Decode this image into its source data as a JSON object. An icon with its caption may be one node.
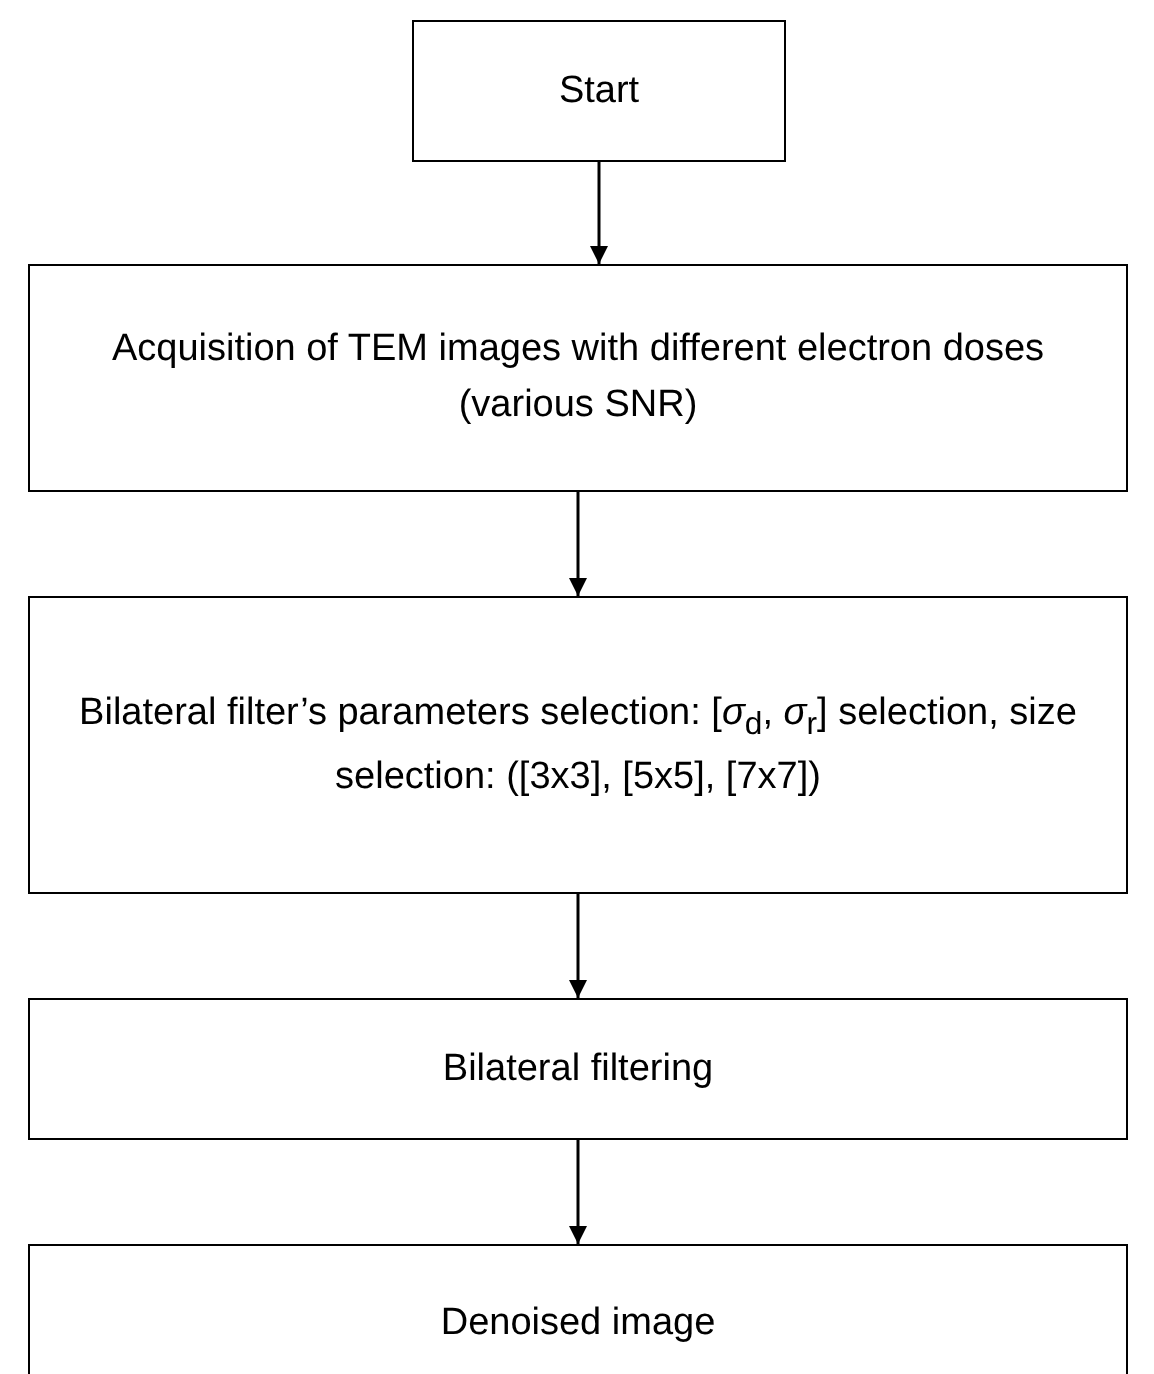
{
  "diagram": {
    "nodes": [
      {
        "text": [
          "Start"
        ]
      },
      {
        "text": [
          "Acquisition of TEM images with different electron doses (various SNR)"
        ]
      },
      {
        "text": [
          "Bilateral filter’s parameters selection: [*σ*$_{d}$, *σ*$_{r}$] selection, size selection: ([3x3], [5x5], [7x7])"
        ]
      },
      {
        "text": [
          "Bilateral filtering"
        ]
      },
      {
        "text": [
          "Denoised image"
        ]
      }
    ],
    "edges": [
      {
        "from": 0,
        "to": 1,
        "arrow": "to"
      },
      {
        "from": 1,
        "to": 2,
        "arrow": "to"
      },
      {
        "from": 2,
        "to": 3,
        "arrow": "to"
      },
      {
        "from": 3,
        "to": 4,
        "arrow": "to"
      }
    ]
  }
}
